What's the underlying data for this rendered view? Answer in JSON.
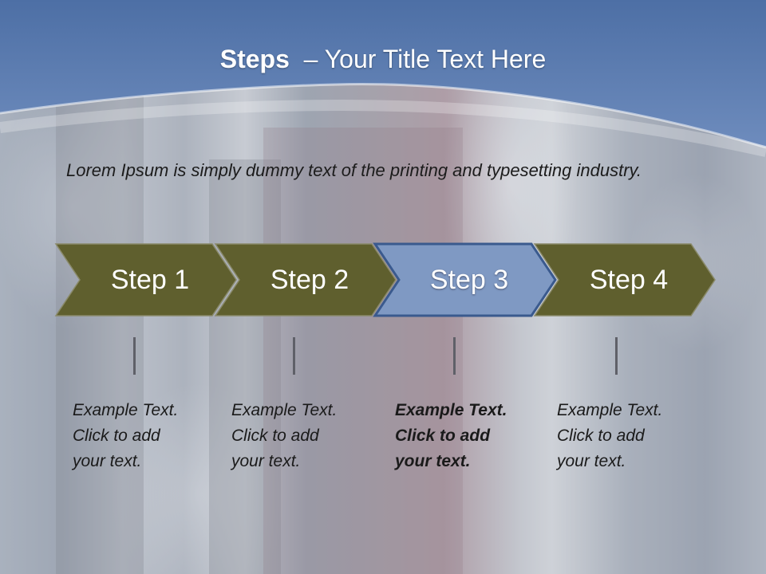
{
  "title": {
    "bold": "Steps",
    "rest": "– Your Title Text Here"
  },
  "lead": "Lorem Ipsum is simply dummy text of the printing and typesetting industry.",
  "colors": {
    "header_blue": "#4a6ea6",
    "step_olive": "#5f5f2e",
    "step_active": "#7f99c3",
    "step_border_active": "#3a5a8e"
  },
  "steps": [
    {
      "label": "Step 1",
      "active": false,
      "desc": [
        "Example Text.",
        "Click  to add",
        "your text."
      ]
    },
    {
      "label": "Step 2",
      "active": false,
      "desc": [
        "Example Text.",
        "Click  to add",
        "your text."
      ]
    },
    {
      "label": "Step 3",
      "active": true,
      "desc": [
        "Example Text.",
        "Click  to add",
        "your text."
      ]
    },
    {
      "label": "Step 4",
      "active": false,
      "desc": [
        "Example Text.",
        "Click  to add",
        "your text."
      ]
    }
  ]
}
